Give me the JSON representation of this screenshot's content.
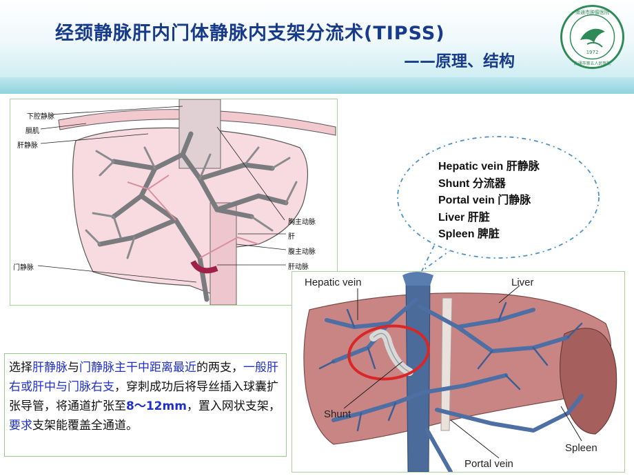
{
  "title": {
    "main": "经颈静脉肝内门体静脉内支架分流术(TIPSS)",
    "sub": "——原理、结构"
  },
  "logo": {
    "text_top": "南通市肿瘤医院",
    "text_bottom": "南通市第五人民医院",
    "year": "1972"
  },
  "left_figure": {
    "labels_left": [
      "下腔静脉",
      "膈肌",
      "肝静脉",
      "门静脉"
    ],
    "labels_right": [
      "胸主动脉",
      "肝",
      "腹主动脉",
      "肝动脉"
    ]
  },
  "bubble": {
    "items": [
      "Hepatic vein 肝静脉",
      "Shunt 分流器",
      "Portal vein 门静脉",
      "Liver 肝脏",
      "Spleen 脾脏"
    ]
  },
  "right_figure": {
    "labels": {
      "hepatic_vein": "Hepatic vein",
      "liver": "Liver",
      "shunt": "Shunt",
      "spleen": "Spleen",
      "portal_vein": "Portal vein"
    }
  },
  "description": {
    "s1": "选择",
    "s2": "肝静脉",
    "s3": "与",
    "s4": "门静脉主干中距离最近",
    "s5": "的两支，",
    "s6": "一般肝右或肝中与门脉右支",
    "s7": "，穿刺成功后将导丝插入球囊扩张导管，将通道扩张至",
    "s8": "8～12mm",
    "s9": "，置入网状支架，",
    "s10": "要求",
    "s11": "支架能覆盖全通道。"
  },
  "colors": {
    "title": "#173a8a",
    "highlight": "#1f2fc8",
    "liver_fill": "#f3d3d6",
    "vein": "#6f7073",
    "circle": "#d92626"
  }
}
